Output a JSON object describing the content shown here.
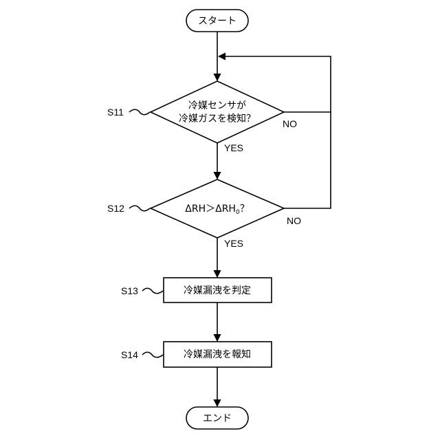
{
  "nodes": {
    "start": "スタート",
    "s11_line1": "冷媒センサが",
    "s11_line2": "冷媒ガスを検知？",
    "s12_part1": "ΔRH＞ΔRH",
    "s12_sub": "0",
    "s12_part2": "？",
    "s13": "冷媒漏洩を判定",
    "s14": "冷媒漏洩を報知",
    "end": "エンド"
  },
  "step_labels": {
    "s11": "S11",
    "s12": "S12",
    "s13": "S13",
    "s14": "S14"
  },
  "branches": {
    "s11_yes": "YES",
    "s11_no": "NO",
    "s12_yes": "YES",
    "s12_no": "NO"
  }
}
